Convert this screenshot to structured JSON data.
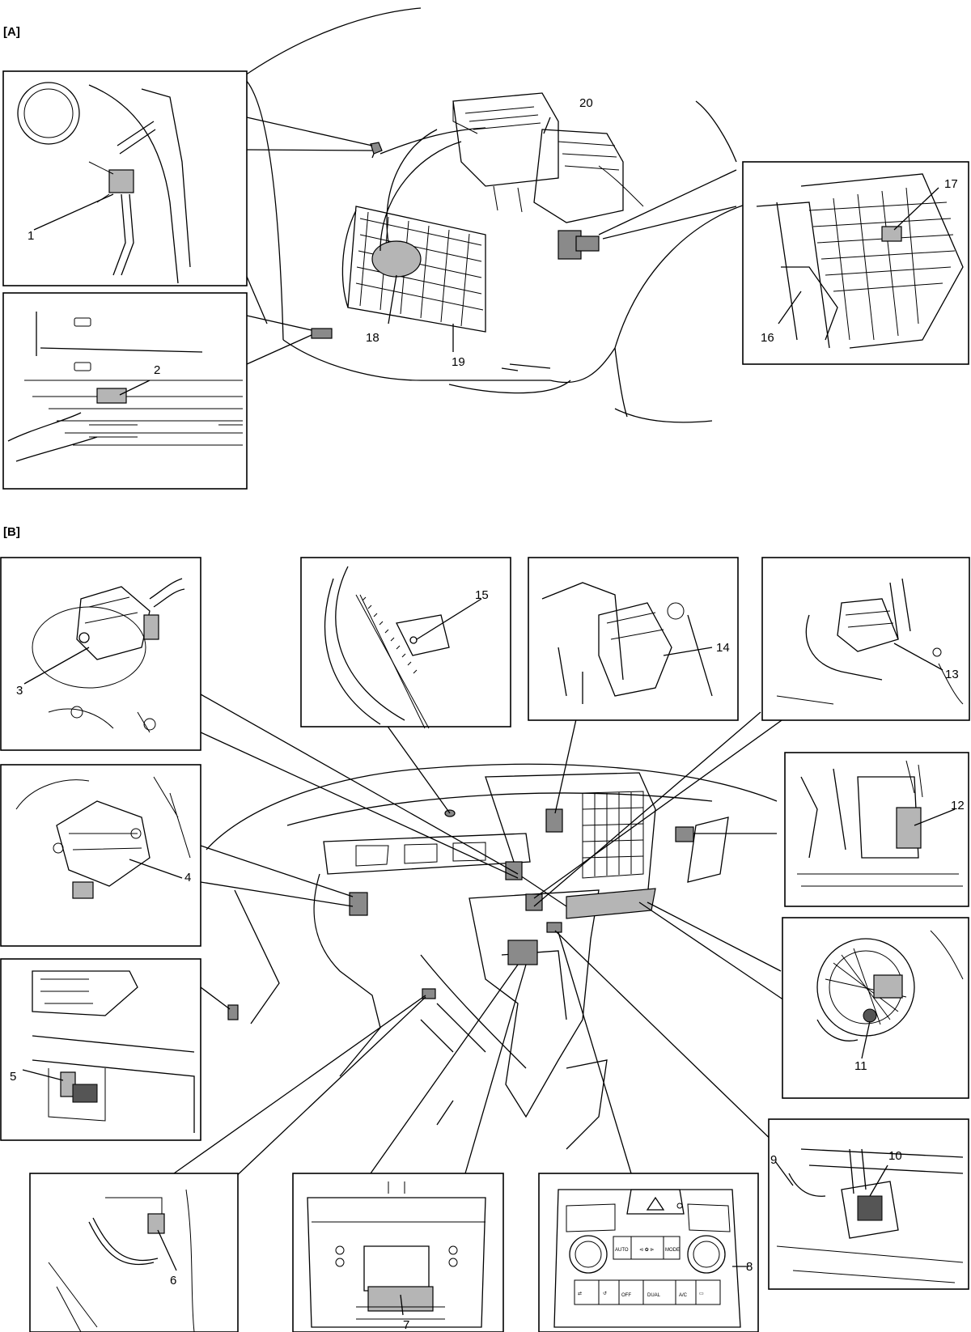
{
  "sections": {
    "a": "[A]",
    "b": "[B]"
  },
  "callouts": {
    "c1": "1",
    "c2": "2",
    "c3": "3",
    "c4": "4",
    "c5": "5",
    "c6": "6",
    "c7": "7",
    "c8": "8",
    "c9": "9",
    "c10": "10",
    "c11": "11",
    "c12": "12",
    "c13": "13",
    "c14": "14",
    "c15": "15",
    "c16": "16",
    "c17": "17",
    "c18": "18",
    "c19": "19",
    "c20": "20"
  },
  "control_panel": {
    "auto": "AUTO",
    "mode": "MODE",
    "off": "OFF",
    "dual": "DUAL",
    "ac": "A/C"
  }
}
